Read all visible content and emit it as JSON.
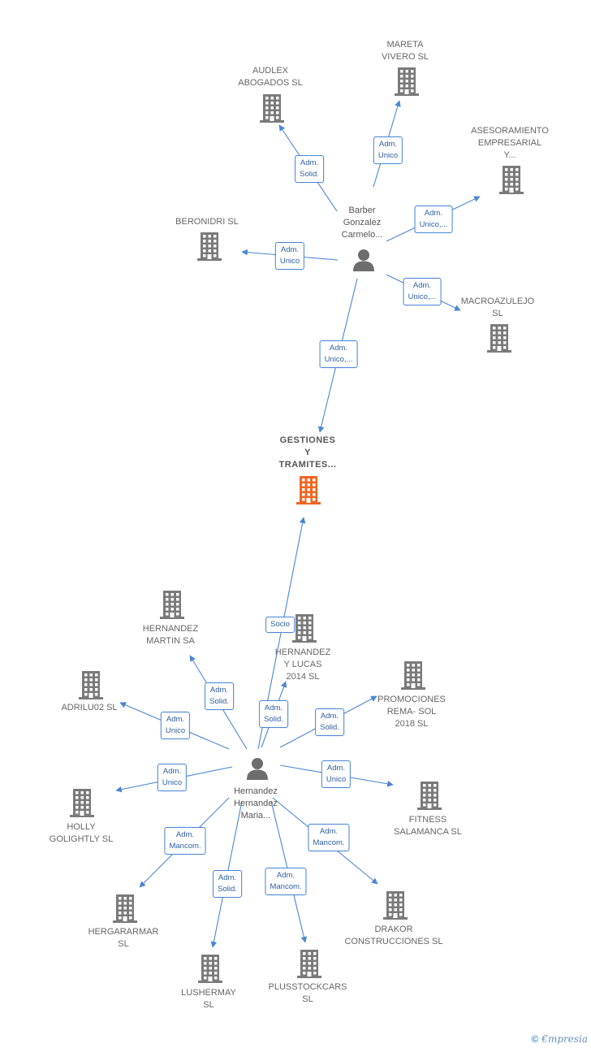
{
  "colors": {
    "edge": "#4a86d4",
    "building": "#7a7a7a",
    "focus_building": "#f26522",
    "person": "#6d6d6d"
  },
  "focus": {
    "label": "GESTIONES\nY\nTRAMITES..."
  },
  "persons": [
    {
      "id": "barber",
      "label": "Barber\nGonzalez\nCarmelo..."
    },
    {
      "id": "hernandez",
      "label": "Hernandez\nHernandez\nMaria..."
    }
  ],
  "companies": [
    {
      "id": "audlex",
      "label": "AUDLEX\nABOGADOS  SL"
    },
    {
      "id": "mareta",
      "label": "MARETA\nVIVERO  SL"
    },
    {
      "id": "asesoramiento",
      "label": "ASESORAMIENTO\nEMPRESARIAL\nY..."
    },
    {
      "id": "beronidri",
      "label": "BERONIDRI  SL"
    },
    {
      "id": "macroazulejo",
      "label": "MACROAZULEJO\nSL"
    },
    {
      "id": "hernandez_martin",
      "label": "HERNANDEZ\nMARTIN SA"
    },
    {
      "id": "hernandez_lucas",
      "label": "HERNANDEZ\nY LUCAS\n2014  SL"
    },
    {
      "id": "promociones",
      "label": "PROMOCIONES\nREMA- SOL\n2018  SL"
    },
    {
      "id": "adrilu02",
      "label": "ADRILU02  SL"
    },
    {
      "id": "holly",
      "label": "HOLLY\nGOLIGHTLY  SL"
    },
    {
      "id": "fitness",
      "label": "FITNESS\nSALAMANCA SL"
    },
    {
      "id": "hergararmar",
      "label": "HERGARARMAR\nSL"
    },
    {
      "id": "drakor",
      "label": "DRAKOR\nCONSTRUCCIONES SL"
    },
    {
      "id": "lushermay",
      "label": "LUSHERMAY\nSL"
    },
    {
      "id": "plusstockcars",
      "label": "PLUSSTOCKCARS\nSL"
    }
  ],
  "relations": [
    {
      "from": "barber",
      "to": "audlex",
      "label": "Adm.\nSolid."
    },
    {
      "from": "barber",
      "to": "mareta",
      "label": "Adm.\nUnico"
    },
    {
      "from": "barber",
      "to": "asesoramiento",
      "label": "Adm.\nUnico,..."
    },
    {
      "from": "barber",
      "to": "beronidri",
      "label": "Adm.\nUnico"
    },
    {
      "from": "barber",
      "to": "macroazulejo",
      "label": "Adm.\nUnico,..."
    },
    {
      "from": "barber",
      "to": "focus",
      "label": "Adm.\nUnico,..."
    },
    {
      "from": "hernandez",
      "to": "focus",
      "label": "Socio"
    },
    {
      "from": "hernandez",
      "to": "hernandez_martin",
      "label": "Adm.\nSolid."
    },
    {
      "from": "hernandez",
      "to": "hernandez_lucas",
      "label": "Adm.\nSolid."
    },
    {
      "from": "hernandez",
      "to": "promociones",
      "label": "Adm.\nSolid."
    },
    {
      "from": "hernandez",
      "to": "adrilu02",
      "label": "Adm.\nUnico"
    },
    {
      "from": "hernandez",
      "to": "holly",
      "label": "Adm.\nUnico"
    },
    {
      "from": "hernandez",
      "to": "fitness",
      "label": "Adm.\nUnico"
    },
    {
      "from": "hernandez",
      "to": "hergararmar",
      "label": "Adm.\nMancom."
    },
    {
      "from": "hernandez",
      "to": "drakor",
      "label": "Adm.\nMancom."
    },
    {
      "from": "hernandez",
      "to": "lushermay",
      "label": "Adm.\nSolid."
    },
    {
      "from": "hernandez",
      "to": "plusstockcars",
      "label": "Adm.\nMancom."
    }
  ],
  "footer": {
    "copyright": "©",
    "brand": "mpresia",
    "brand_initial": "€"
  }
}
